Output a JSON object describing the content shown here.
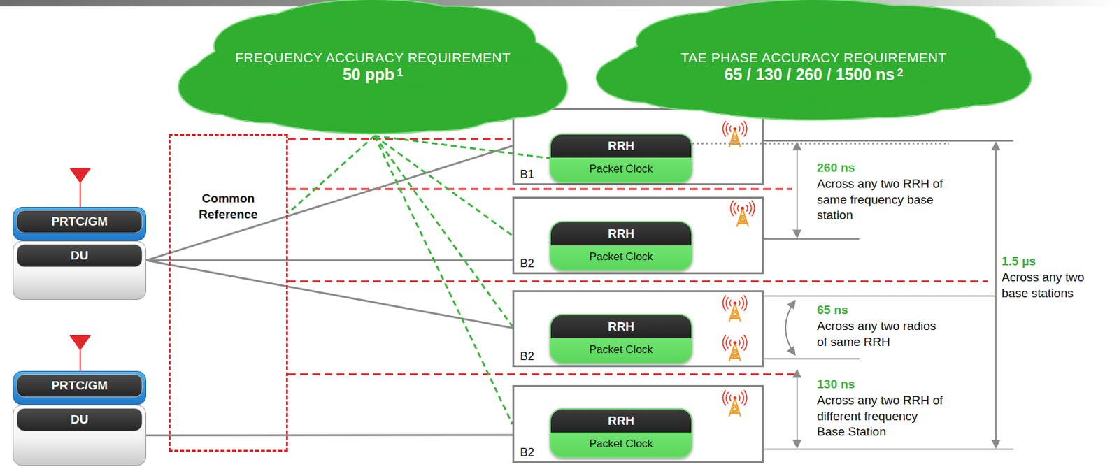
{
  "diagram": {
    "nodes": [
      {
        "text": [
          "FREQUENCY ACCURACY REQUIREMENT",
          "50 ppb",
          "1"
        ]
      },
      {
        "text": [
          "TAE PHASE ACCURACY REQUIREMENT",
          "65 / 130 / 260 / 1500 ns",
          "2"
        ]
      },
      {
        "text": [
          "PRTC/GM"
        ]
      },
      {
        "text": [
          "DU"
        ]
      },
      {
        "text": [
          "PRTC/GM"
        ]
      },
      {
        "text": [
          "DU"
        ]
      },
      {
        "text": [
          "Common Reference"
        ]
      },
      {
        "text": [
          "B1"
        ]
      },
      {
        "text": [
          "RRH",
          "Packet Clock"
        ],
        "in": 7
      },
      {
        "text": [
          "B2"
        ]
      },
      {
        "text": [
          "RRH",
          "Packet Clock"
        ],
        "in": 9
      },
      {
        "text": [
          "B2"
        ]
      },
      {
        "text": [
          "RRH",
          "Packet Clock"
        ],
        "in": 11
      },
      {
        "text": [
          "B2"
        ]
      },
      {
        "text": [
          "RRH",
          "Packet Clock"
        ],
        "in": 13
      }
    ],
    "edges": [
      {
        "from": 3,
        "to": 7,
        "arrow": "none"
      },
      {
        "from": 3,
        "to": 9,
        "arrow": "none"
      },
      {
        "from": 3,
        "to": 11,
        "arrow": "none"
      },
      {
        "from": 5,
        "to": 13,
        "arrow": "none"
      },
      {
        "from": 0,
        "to": 6,
        "arrow": "none"
      },
      {
        "from": 0,
        "to": 8,
        "arrow": "none"
      },
      {
        "from": 0,
        "to": 9,
        "arrow": "none"
      },
      {
        "from": 0,
        "to": 11,
        "arrow": "none"
      },
      {
        "from": 0,
        "to": 13,
        "arrow": "none"
      }
    ],
    "labels": [
      "260 ns",
      "Across any two RRH of same frequency base station",
      "1.5 µs",
      "Across any two base stations",
      "65 ns",
      "Across any two radios of same RRH",
      "130 ns",
      "Across any two RRH of different frequency Base Station"
    ]
  }
}
